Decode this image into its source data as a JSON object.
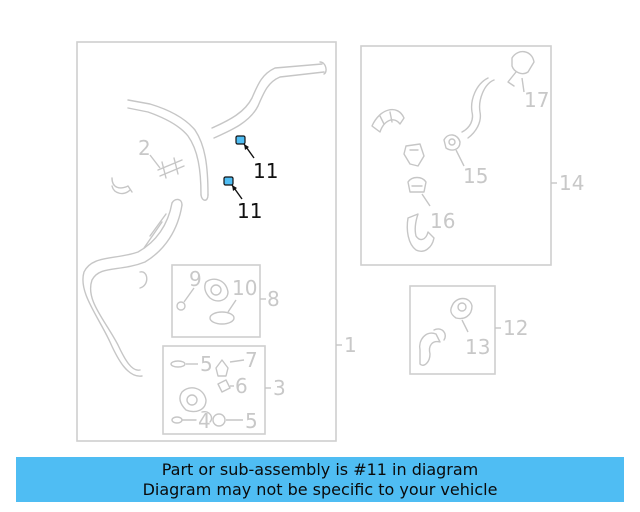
{
  "callouts": {
    "c1": "1",
    "c2": "2",
    "c3": "3",
    "c4": "4",
    "c5a": "5",
    "c5b": "5",
    "c6": "6",
    "c7": "7",
    "c8": "8",
    "c9": "9",
    "c10": "10",
    "c11a": "11",
    "c11b": "11",
    "c12": "12",
    "c13": "13",
    "c14": "14",
    "c15": "15",
    "c16": "16",
    "c17": "17"
  },
  "highlight": {
    "part_number": "11",
    "color": "#4fbdf3"
  },
  "banner": {
    "line1": "Part or sub-assembly is #11 in diagram",
    "line2": "Diagram may not be specific to your vehicle",
    "color": "#4fbdf3"
  }
}
